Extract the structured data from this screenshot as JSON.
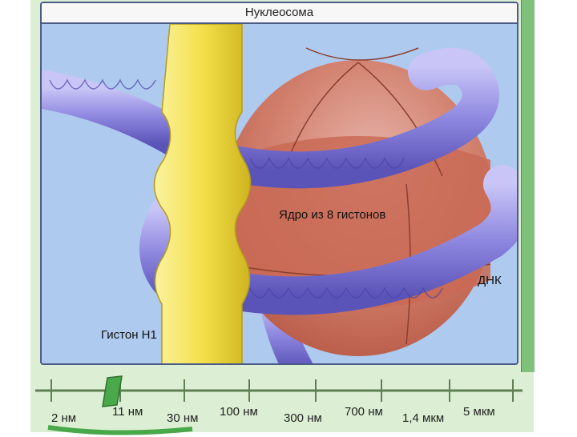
{
  "panel": {
    "title": "Нуклеосома"
  },
  "labels": {
    "core": "Ядро из 8 гистонов",
    "dna": "ДНК",
    "histone_h1": "Гистон H1"
  },
  "scale": {
    "ticks": [
      "2 нм",
      "11 нм",
      "30 нм",
      "100 нм",
      "300 нм",
      "700 нм",
      "1,4 мкм",
      "5 мкм"
    ],
    "selected": "11 нм"
  },
  "colors": {
    "background": "#aecaee",
    "histone_core": "#c96a55",
    "histone_core_top": "#dba9a0",
    "dna_tube": "#8f88e0",
    "histone_h1": "#f4e04a",
    "frame": "#dcefd4"
  }
}
